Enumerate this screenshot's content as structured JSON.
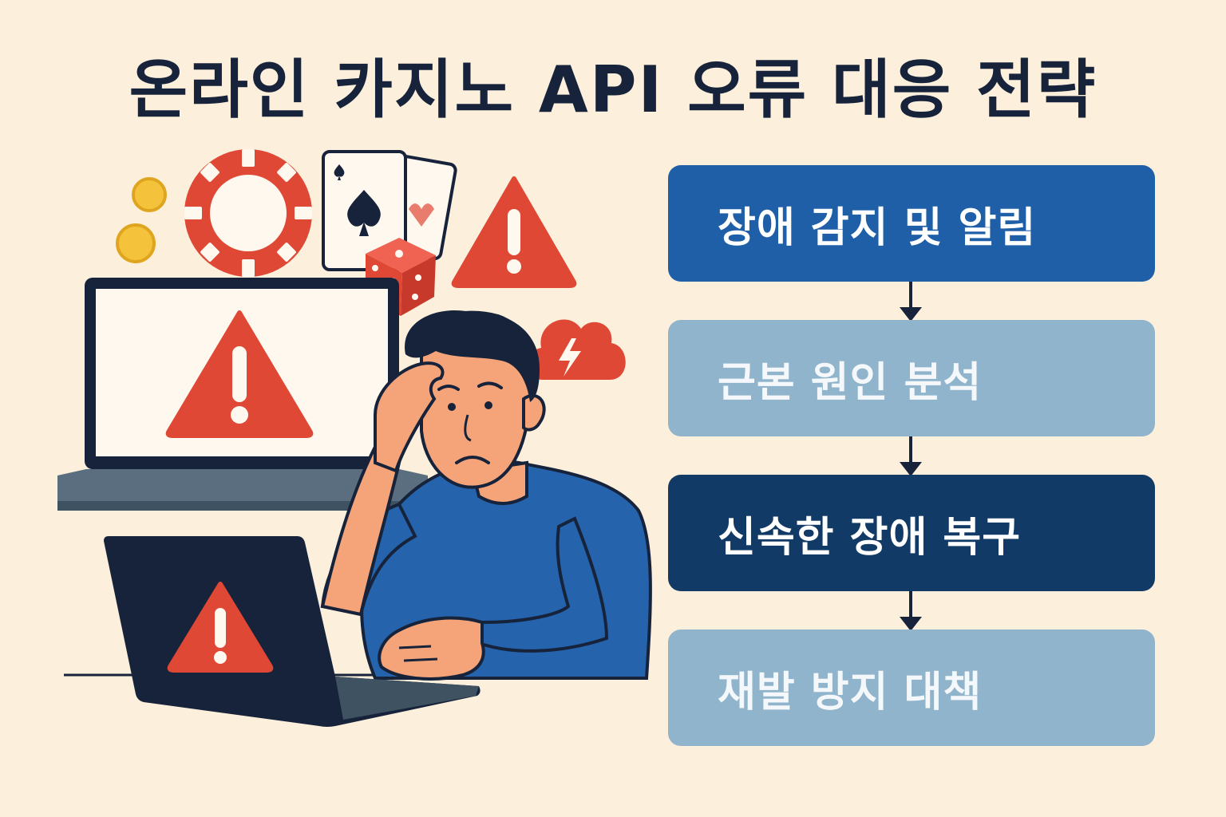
{
  "title": "온라인 카지노 API 오류 대응 전략",
  "steps": [
    {
      "label": "장애 감지 및 알림",
      "bg": "#1f5fa8",
      "fg": "#ffffff"
    },
    {
      "label": "근본 원인 분석",
      "bg": "#8fb4cc",
      "fg": "#f4f8fb"
    },
    {
      "label": "신속한 장애 복구",
      "bg": "#123a66",
      "fg": "#ffffff"
    },
    {
      "label": "재발 방지 대책",
      "bg": "#8fb4cc",
      "fg": "#f4f8fb"
    }
  ],
  "colors": {
    "background": "#fcefdc",
    "warning_red": "#e04836",
    "shirt_blue": "#2563ad",
    "dark_navy": "#16233a",
    "skin": "#f5a47a"
  },
  "icons": [
    "warning-icon",
    "casino-chip-icon",
    "playing-card-icon",
    "dice-icon",
    "coin-icon",
    "cloud-lightning-icon",
    "laptop-icon",
    "monitor-icon"
  ]
}
